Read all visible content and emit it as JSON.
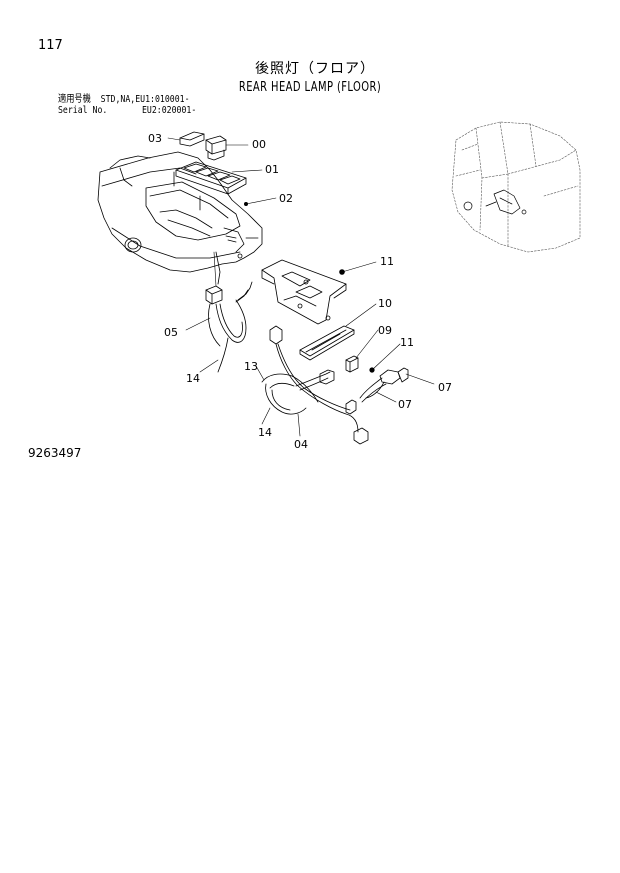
{
  "page_number": "117",
  "title_ja": "後照灯（フロア）",
  "title_en": "REAR HEAD LAMP (FLOOR)",
  "applicability": {
    "label_ja": "適用号機",
    "label_en": "Serial No.",
    "line1": "STD,NA,EU1:010001-",
    "line2": "EU2:020001-"
  },
  "diagram_code": "9263497",
  "callouts": [
    "03",
    "00",
    "01",
    "02",
    "11",
    "10",
    "09",
    "11",
    "05",
    "14",
    "13",
    "07",
    "07",
    "14",
    "04"
  ]
}
